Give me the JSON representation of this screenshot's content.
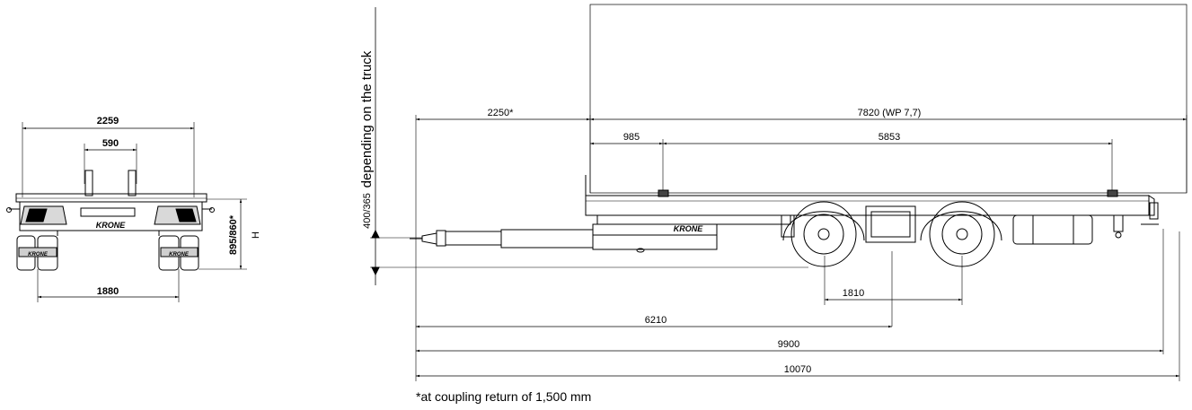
{
  "rear_view": {
    "width_overall": "2259",
    "width_inner": "590",
    "track_width": "1880",
    "frame_height": "895/860*",
    "height_symbol": "H",
    "logo": "KRONE",
    "wheel_logo": "KRONE"
  },
  "side_view": {
    "drawbar_length": "2250*",
    "platform_length": "7820 (WP 7,7)",
    "lock_offset": "985",
    "lock_spacing": "5853",
    "axle_spacing": "1810",
    "coupling_to_axle": "6210",
    "length_without_drawbar_eye": "9900",
    "overall_length": "10070",
    "coupling_height_label": "depending on the truck",
    "coupling_height_values": "400/365",
    "logo": "KRONE"
  },
  "footnote": "*at coupling return of 1,500 mm",
  "colors": {
    "line": "#000000",
    "background": "#ffffff"
  }
}
